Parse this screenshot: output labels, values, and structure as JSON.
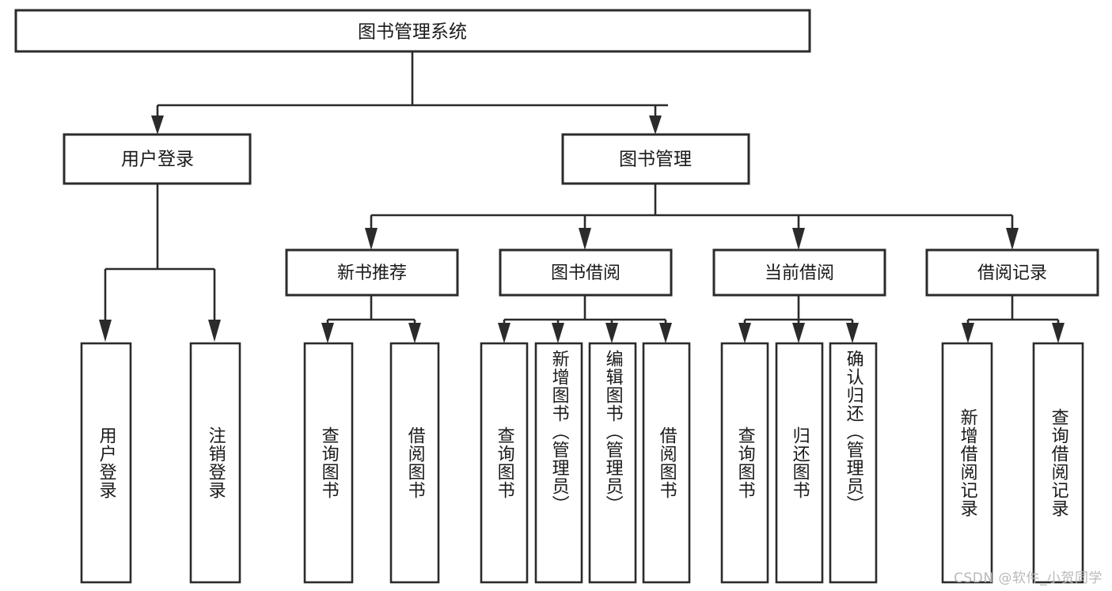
{
  "diagram": {
    "type": "tree",
    "title": "图书管理系统",
    "root": {
      "label": "图书管理系统"
    },
    "level1": [
      {
        "id": "user-login",
        "label": "用户登录"
      },
      {
        "id": "book-manage",
        "label": "图书管理"
      }
    ],
    "level2": [
      {
        "id": "new-book-recommend",
        "label": "新书推荐"
      },
      {
        "id": "book-borrow",
        "label": "图书借阅"
      },
      {
        "id": "current-borrow",
        "label": "当前借阅"
      },
      {
        "id": "borrow-record",
        "label": "借阅记录"
      }
    ],
    "leaves": {
      "user_login": [
        {
          "id": "leaf-user-login",
          "label": "用户登录"
        },
        {
          "id": "leaf-logout",
          "label": "注销登录"
        }
      ],
      "new_book_recommend": [
        {
          "id": "leaf-query-book-1",
          "label": "查询图书"
        },
        {
          "id": "leaf-borrow-book-1",
          "label": "借阅图书"
        }
      ],
      "book_borrow": [
        {
          "id": "leaf-query-book-2",
          "label": "查询图书"
        },
        {
          "id": "leaf-add-book",
          "label": "新增图书（管理员）"
        },
        {
          "id": "leaf-edit-book",
          "label": "编辑图书（管理员）"
        },
        {
          "id": "leaf-borrow-book-2",
          "label": "借阅图书"
        }
      ],
      "current_borrow": [
        {
          "id": "leaf-query-book-3",
          "label": "查询图书"
        },
        {
          "id": "leaf-return-book",
          "label": "归还图书"
        },
        {
          "id": "leaf-confirm-return",
          "label": "确认归还（管理员）"
        }
      ],
      "borrow_record": [
        {
          "id": "leaf-add-record",
          "label": "新增借阅记录"
        },
        {
          "id": "leaf-query-record",
          "label": "查询借阅记录"
        }
      ]
    },
    "colors": {
      "stroke": "#2b2b2b",
      "fill": "#ffffff",
      "text": "#1a1a1a",
      "watermark": "#b9b9b9"
    }
  },
  "watermark": {
    "text": "CSDN @软件_小贺同学"
  }
}
